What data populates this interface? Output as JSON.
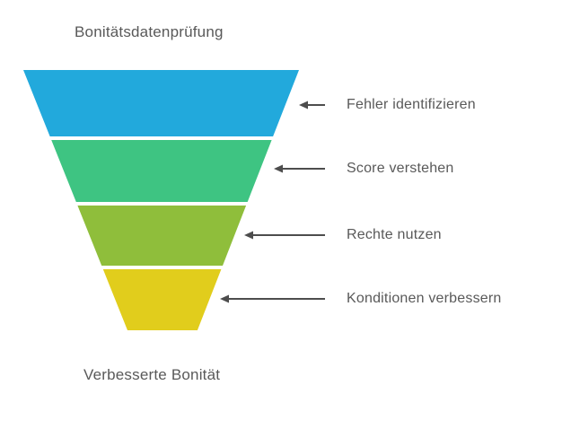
{
  "title": "Bonitätsdatenprüfung",
  "footer": "Verbesserte Bonität",
  "funnel": {
    "segments": [
      {
        "label": "Fehler identifizieren",
        "color": "#22A9DC"
      },
      {
        "label": "Score verstehen",
        "color": "#3EC482"
      },
      {
        "label": "Rechte nutzen",
        "color": "#8FBE3B"
      },
      {
        "label": "Konditionen verbessern",
        "color": "#E1CD1C"
      }
    ]
  },
  "colors": {
    "background": "#FFFFFF",
    "text": "#595959",
    "arrow": "#4D4D4D"
  }
}
